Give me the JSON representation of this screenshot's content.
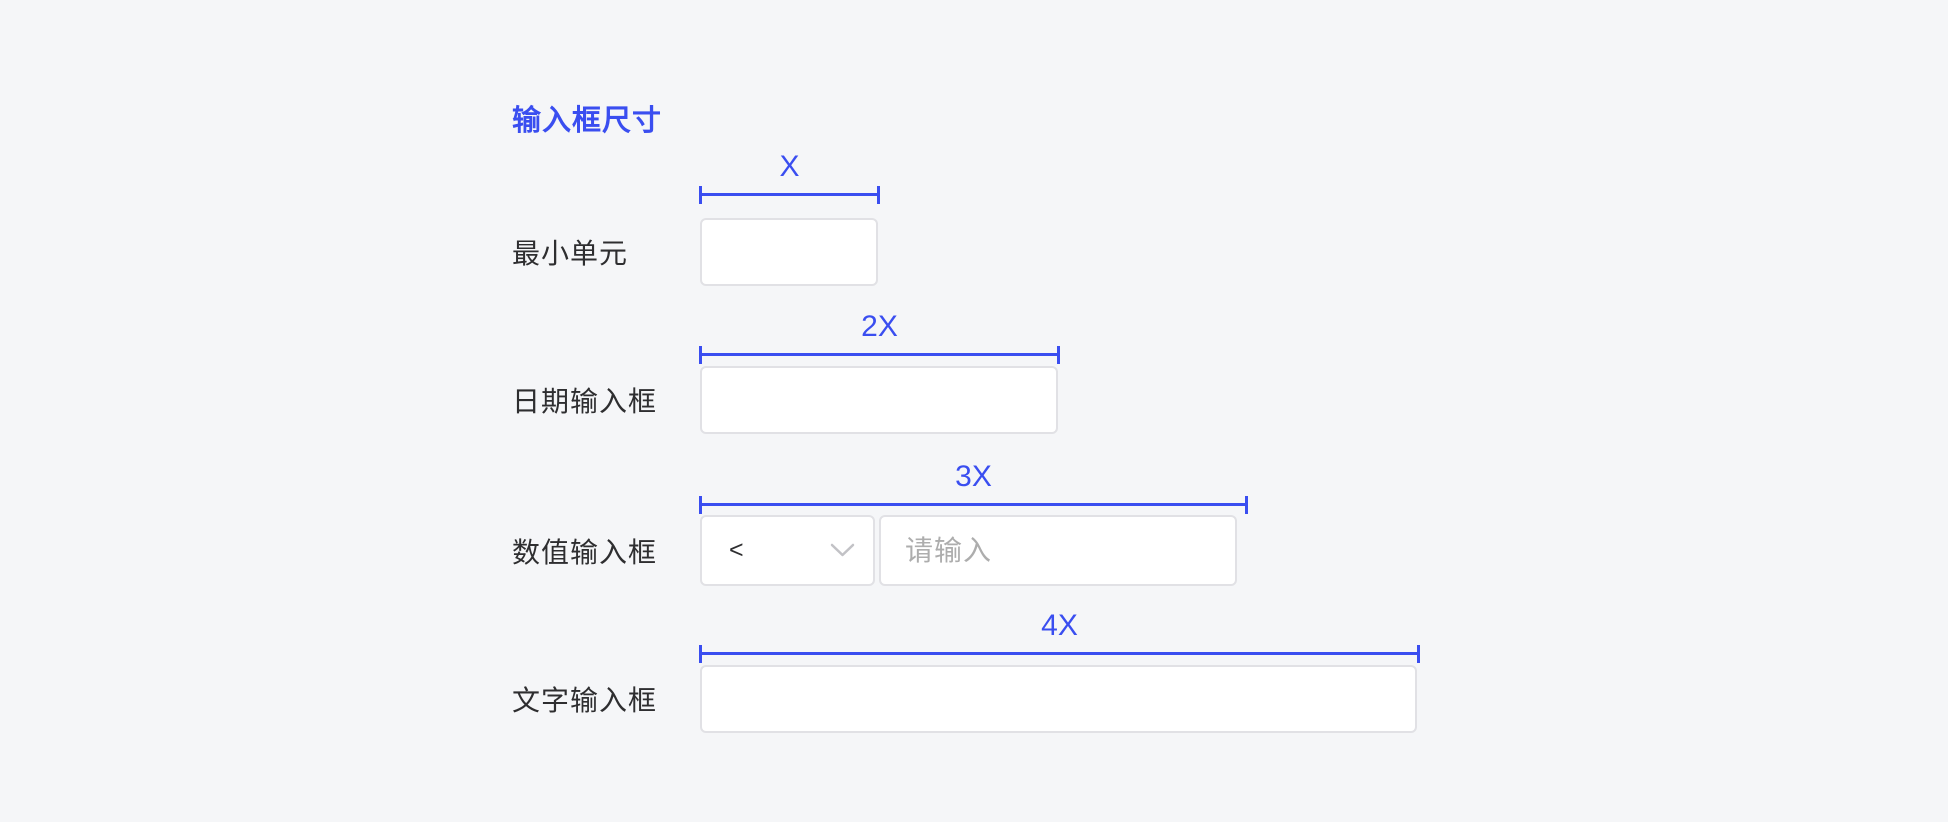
{
  "page": {
    "title": "输入框尺寸"
  },
  "colors": {
    "accent_blue": "#3A4EF0",
    "background": "#F5F6F8",
    "box_background": "#FFFFFF",
    "box_border": "#E1E1E5",
    "label_text": "#2E2E30",
    "placeholder_text": "#ADADAD",
    "chevron_gray": "#C2C2C6"
  },
  "rows": [
    {
      "label": "最小单元",
      "size_label": "X"
    },
    {
      "label": "日期输入框",
      "size_label": "2X"
    },
    {
      "label": "数值输入框",
      "size_label": "3X",
      "operator_value": "<",
      "input_placeholder": "请输入"
    },
    {
      "label": "文字输入框",
      "size_label": "4X"
    }
  ],
  "icons": {
    "operator_dropdown": "chevron-down-icon"
  }
}
